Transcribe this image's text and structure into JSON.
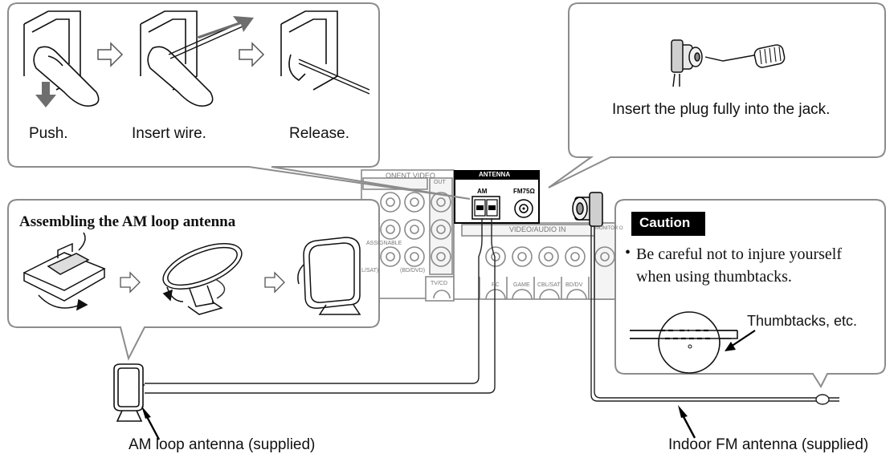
{
  "steps": {
    "push": "Push.",
    "insert": "Insert wire.",
    "release": "Release."
  },
  "plug_instruction": "Insert the plug fully into the jack.",
  "am_assembly": {
    "title": "Assembling the AM loop antenna"
  },
  "panel": {
    "component_video": "ONENT VIDEO",
    "out": "OUT",
    "assignable": "ASSIGNABLE",
    "cbl_sat": "L/SAT)",
    "bd_dvd": "(BD/DVD)",
    "antenna": "ANTENNA",
    "am": "AM",
    "fm": "FM75Ω",
    "video_audio_in": "VIDEO/AUDIO IN",
    "monitor": "MONITOR O",
    "tv_cd": "TV/CD",
    "in_labels": [
      "PC",
      "GAME",
      "CBL/SAT",
      "BD/DV"
    ]
  },
  "caution": {
    "title": "Caution",
    "bullet": "•",
    "text_line1": "Be careful not to injure yourself",
    "text_line2": "when using thumbtacks.",
    "thumbtacks": "Thumbtacks, etc."
  },
  "labels": {
    "am_antenna": "AM loop antenna (supplied)",
    "fm_antenna": "Indoor FM antenna (supplied)"
  },
  "colors": {
    "panel_line": "#888888",
    "balloon_border": "#8c8c8c",
    "caution_bg": "#000000",
    "caution_fg": "#ffffff",
    "arrow_gray": "#777777"
  }
}
